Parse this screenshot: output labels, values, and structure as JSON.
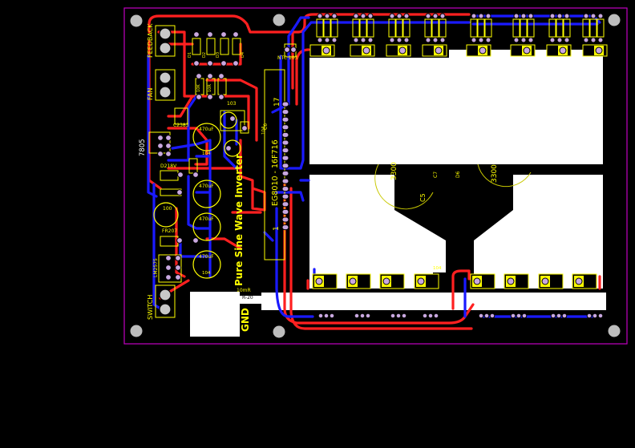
{
  "board": {
    "title": "Pure Sine Wave Inverter",
    "gnd_label": "GND",
    "colors": {
      "background": "#000000",
      "outline": "#c000c0",
      "top_trace": "#ff1a1a",
      "bottom_trace": "#1a1aff",
      "silk": "#ffff00",
      "silk_dim": "#c8c800",
      "pad": "#c0a0d8",
      "copper_pour": "#ffffff"
    }
  },
  "connectors": {
    "feedback": "FEEDBACK",
    "fan": "FAN",
    "switch": "SWITCH",
    "regulator": "7805"
  },
  "ic": {
    "name": "EG8010 - 16F716",
    "pin_first": "1",
    "pin_last": "17"
  },
  "labels": {
    "ntc": "NTC 103",
    "c2383": "C2383",
    "ffr207": "FR207",
    "lm2575": "LM2575",
    "d218": "D218V",
    "shunt_val": "10mR",
    "shunt_ref": "R-20",
    "pot": "103",
    "cap_100": "100",
    "cap_470_1": "470uF",
    "cap_470_2": "470uF",
    "cap_470_3": "470uF",
    "cap_470_4": "470uF",
    "c5": "C5",
    "c6": "C6",
    "cap_3300_left": "3300",
    "cap_3300_right": "3300",
    "cap_104_top": "104",
    "cap_104_mid": "104",
    "cap_104_low": "104",
    "c104_small": "104",
    "c7": "C7",
    "d6": "D6",
    "r_top": "10K",
    "r_top2": "10R",
    "d1": "D1",
    "d2": "D2",
    "d3": "D3",
    "d4": "D4"
  }
}
